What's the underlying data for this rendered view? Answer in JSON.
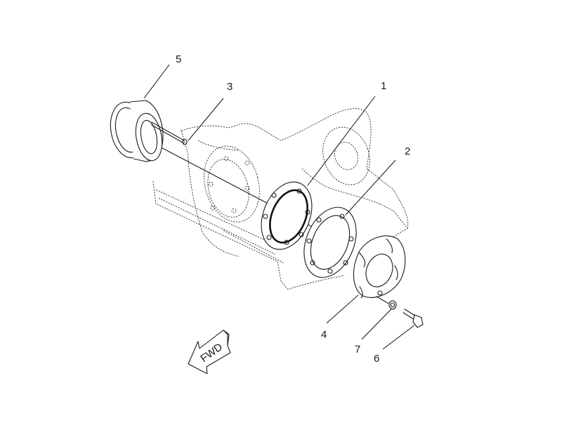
{
  "callouts": {
    "c1": "1",
    "c2": "2",
    "c3": "3",
    "c4": "4",
    "c5": "5",
    "c6": "6",
    "c7": "7"
  },
  "direction_arrow": {
    "label": "FWD"
  }
}
